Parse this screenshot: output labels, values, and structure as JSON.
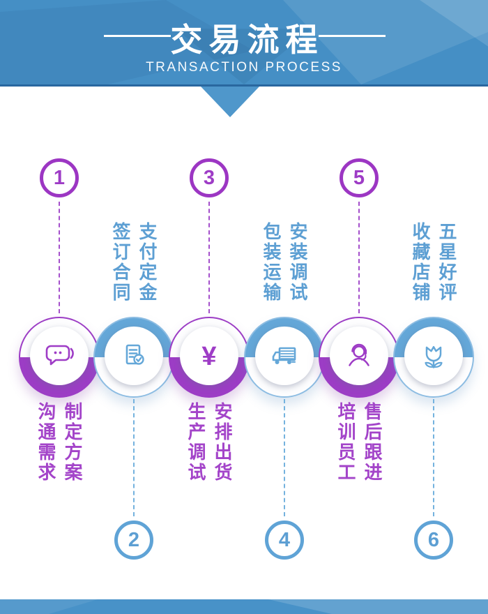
{
  "banner": {
    "title": "交易流程",
    "subtitle": "TRANSACTION PROCESS",
    "bg_color": "#458fc5",
    "line_color": "#ffffff"
  },
  "colors": {
    "purple": "#9c3dc5",
    "purple_text": "#a344c9",
    "blue": "#64a7d8",
    "blue_text": "#5d9fd3"
  },
  "steps": [
    {
      "number": "1",
      "color": "purple",
      "icon": "chat-bubbles-icon",
      "label_lines": [
        "沟通需求",
        "制定方案"
      ]
    },
    {
      "number": "2",
      "color": "blue",
      "icon": "document-check-icon",
      "label_lines": [
        "签订合同",
        "支付定金"
      ]
    },
    {
      "number": "3",
      "color": "purple",
      "icon": "yen-currency-icon",
      "label_lines": [
        "生产调试",
        "安排出货"
      ]
    },
    {
      "number": "4",
      "color": "blue",
      "icon": "delivery-truck-icon",
      "label_lines": [
        "包装运输",
        "安装调试"
      ]
    },
    {
      "number": "5",
      "color": "purple",
      "icon": "customer-service-icon",
      "label_lines": [
        "培训员工",
        "售后跟进"
      ]
    },
    {
      "number": "6",
      "color": "blue",
      "icon": "flower-icon",
      "label_lines": [
        "收藏店铺",
        "五星好评"
      ]
    }
  ]
}
